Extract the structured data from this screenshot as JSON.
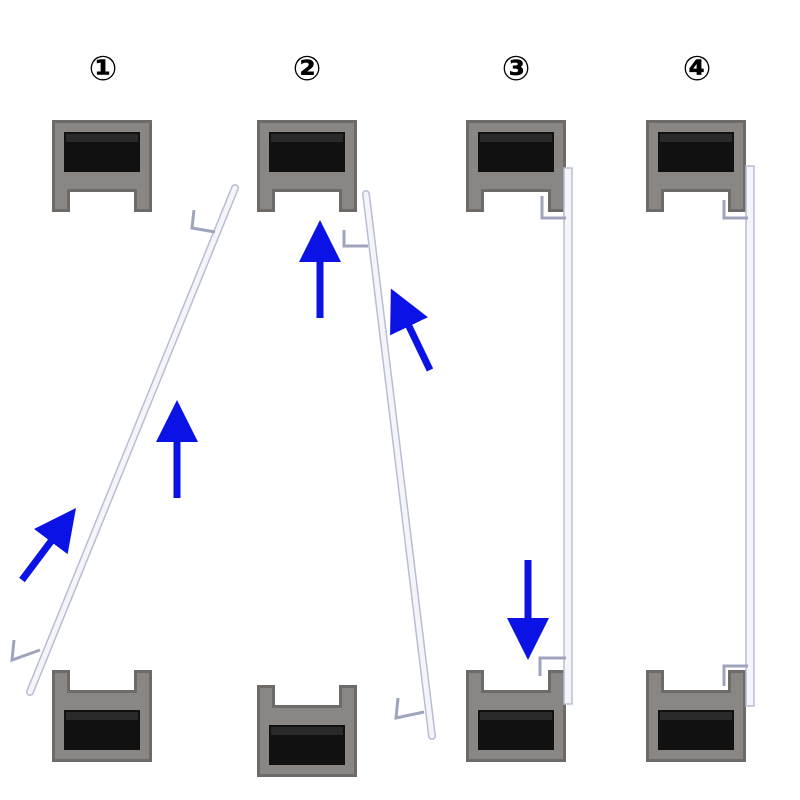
{
  "steps": [
    {
      "label": "①"
    },
    {
      "label": "②"
    },
    {
      "label": "③"
    },
    {
      "label": "④"
    }
  ],
  "colors": {
    "background": "#ffffff",
    "track_outer": "#6e6a68",
    "track_inner": "#8a8683",
    "track_cavity": "#111111",
    "panel": "#f4f5fa",
    "panel_edge": "#b9bdd3",
    "arrow": "#0a12e6"
  },
  "icons": {
    "track": "c-channel-track",
    "panel": "sliding-panel",
    "arrow": "direction-arrow"
  }
}
